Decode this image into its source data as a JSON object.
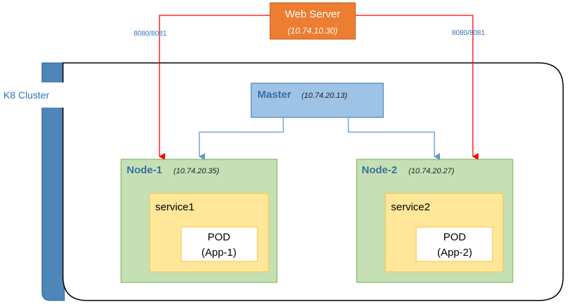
{
  "colors": {
    "web_server_fill": "#ed7d31",
    "web_server_stroke": "#bf5a1a",
    "master_fill": "#9dc3e6",
    "master_stroke": "#41719c",
    "node_fill": "#c5e0b4",
    "node_stroke": "#70ad47",
    "service_fill": "#ffe699",
    "service_stroke": "#f4c542",
    "pod_fill": "#ffffff",
    "pod_stroke": "#f4c542",
    "cluster_bar": "#4f86ba",
    "red_link": "#ff0000",
    "blue_link": "#5b9bd5"
  },
  "cluster": {
    "label": "K8 Cluster"
  },
  "web_server": {
    "title": "Web Server",
    "ip": "(10.74.10.30)",
    "port_left": "8080/8081",
    "port_right": "8080/8081"
  },
  "master": {
    "title": "Master",
    "ip": "(10.74.20.13)"
  },
  "nodes": [
    {
      "title": "Node-1",
      "ip": "(10.74.20.35)",
      "service": "service1",
      "pod_title": "POD",
      "pod_app": "(App-1)"
    },
    {
      "title": "Node-2",
      "ip": "(10.74.20.27)",
      "service": "service2",
      "pod_title": "POD",
      "pod_app": "(App-2)"
    }
  ]
}
